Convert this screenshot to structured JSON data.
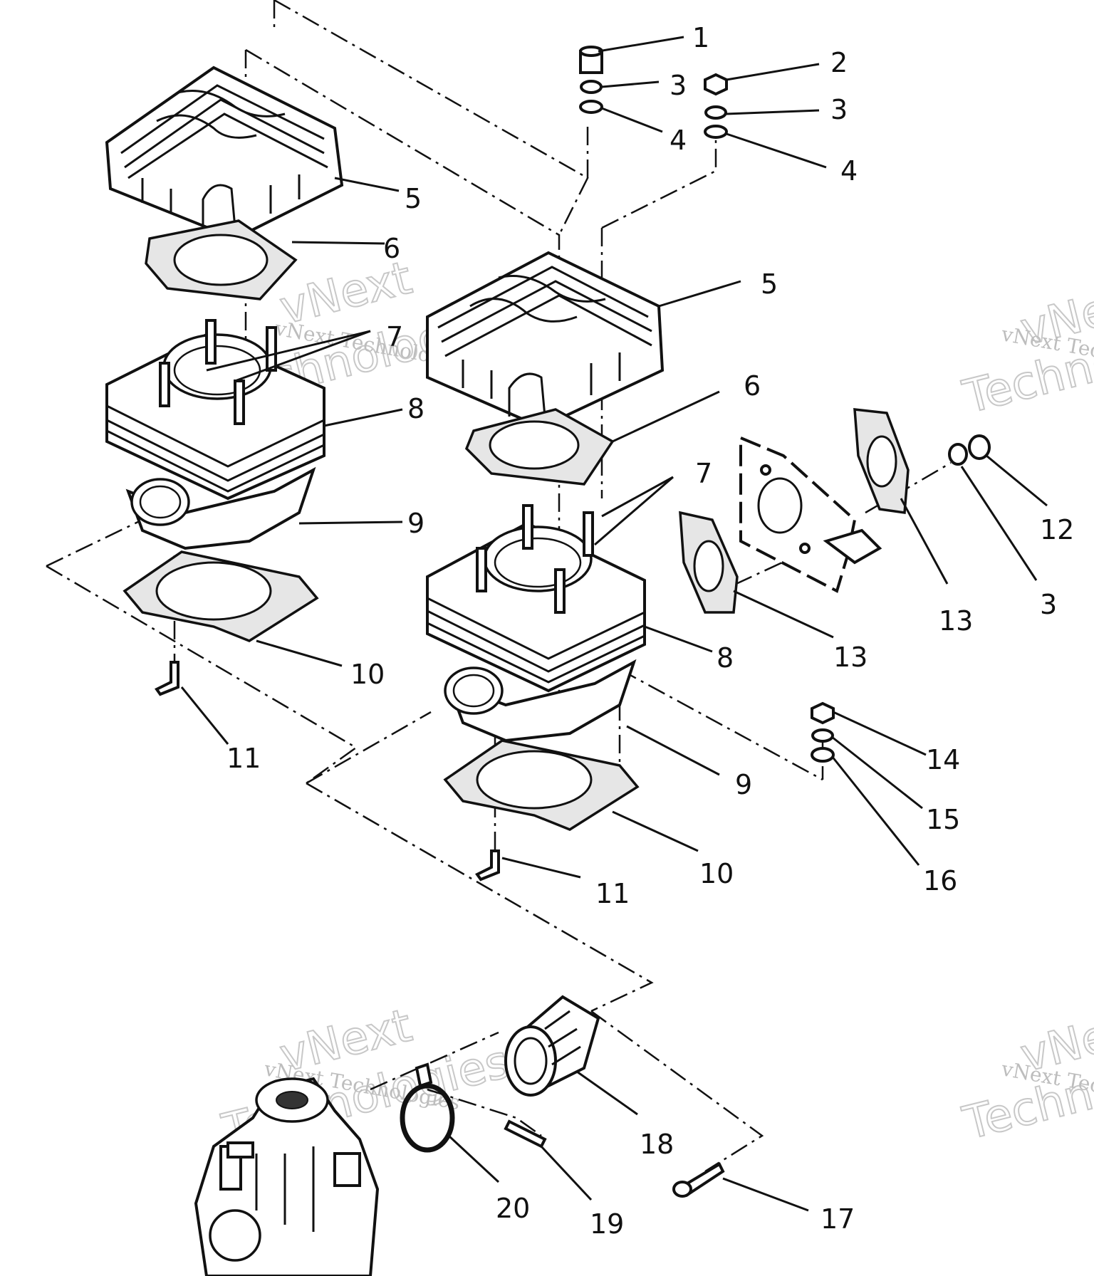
{
  "callouts": [
    {
      "id": "c1",
      "label": "1"
    },
    {
      "id": "c2",
      "label": "2"
    },
    {
      "id": "c3a",
      "label": "3"
    },
    {
      "id": "c3b",
      "label": "3"
    },
    {
      "id": "c3c",
      "label": "3"
    },
    {
      "id": "c4a",
      "label": "4"
    },
    {
      "id": "c4b",
      "label": "4"
    },
    {
      "id": "c5a",
      "label": "5"
    },
    {
      "id": "c5b",
      "label": "5"
    },
    {
      "id": "c6a",
      "label": "6"
    },
    {
      "id": "c6b",
      "label": "6"
    },
    {
      "id": "c7a",
      "label": "7"
    },
    {
      "id": "c7b",
      "label": "7"
    },
    {
      "id": "c8a",
      "label": "8"
    },
    {
      "id": "c8b",
      "label": "8"
    },
    {
      "id": "c9a",
      "label": "9"
    },
    {
      "id": "c9b",
      "label": "9"
    },
    {
      "id": "c10a",
      "label": "10"
    },
    {
      "id": "c10b",
      "label": "10"
    },
    {
      "id": "c11a",
      "label": "11"
    },
    {
      "id": "c11b",
      "label": "11"
    },
    {
      "id": "c12",
      "label": "12"
    },
    {
      "id": "c13a",
      "label": "13"
    },
    {
      "id": "c13b",
      "label": "13"
    },
    {
      "id": "c14",
      "label": "14"
    },
    {
      "id": "c15",
      "label": "15"
    },
    {
      "id": "c16",
      "label": "16"
    },
    {
      "id": "c17",
      "label": "17"
    },
    {
      "id": "c18",
      "label": "18"
    },
    {
      "id": "c19",
      "label": "19"
    },
    {
      "id": "c20",
      "label": "20"
    }
  ],
  "watermark": {
    "company": "vNext Technologies",
    "brand_top": "vNext",
    "brand_bottom": "Technologies"
  }
}
